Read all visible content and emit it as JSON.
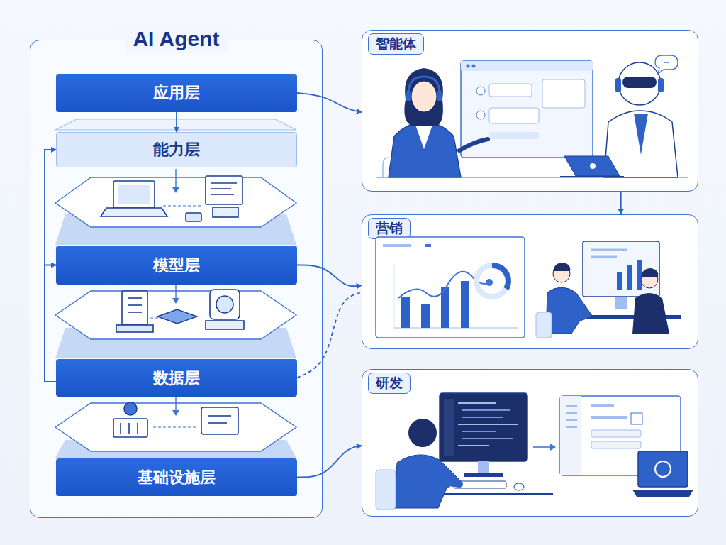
{
  "diagram": {
    "nodes": [
      {
        "text": [
          "AI Agent"
        ]
      },
      {
        "text": [
          "应用层"
        ],
        "in": 0
      },
      {
        "text": [
          "能力层"
        ],
        "in": 0
      },
      {
        "text": [
          "模型层"
        ],
        "in": 0
      },
      {
        "text": [
          "数据层"
        ],
        "in": 0
      },
      {
        "text": [
          "基础设施层"
        ],
        "in": 0
      },
      {
        "text": [
          "智能体"
        ]
      },
      {
        "text": [
          "营销"
        ]
      },
      {
        "text": [
          "研发"
        ]
      }
    ],
    "edges": [
      {
        "from": 1,
        "to": 2,
        "arrow": "to"
      },
      {
        "from": 4,
        "to": 2,
        "arrow": "to"
      },
      {
        "from": 4,
        "to": 3,
        "arrow": "to"
      },
      {
        "from": 1,
        "to": 6,
        "arrow": "to"
      },
      {
        "from": 3,
        "to": 7,
        "arrow": "to"
      },
      {
        "from": 4,
        "to": 7,
        "arrow": "none"
      },
      {
        "from": 5,
        "to": 8,
        "arrow": "to"
      },
      {
        "from": 6,
        "to": 7,
        "arrow": "to"
      }
    ]
  }
}
